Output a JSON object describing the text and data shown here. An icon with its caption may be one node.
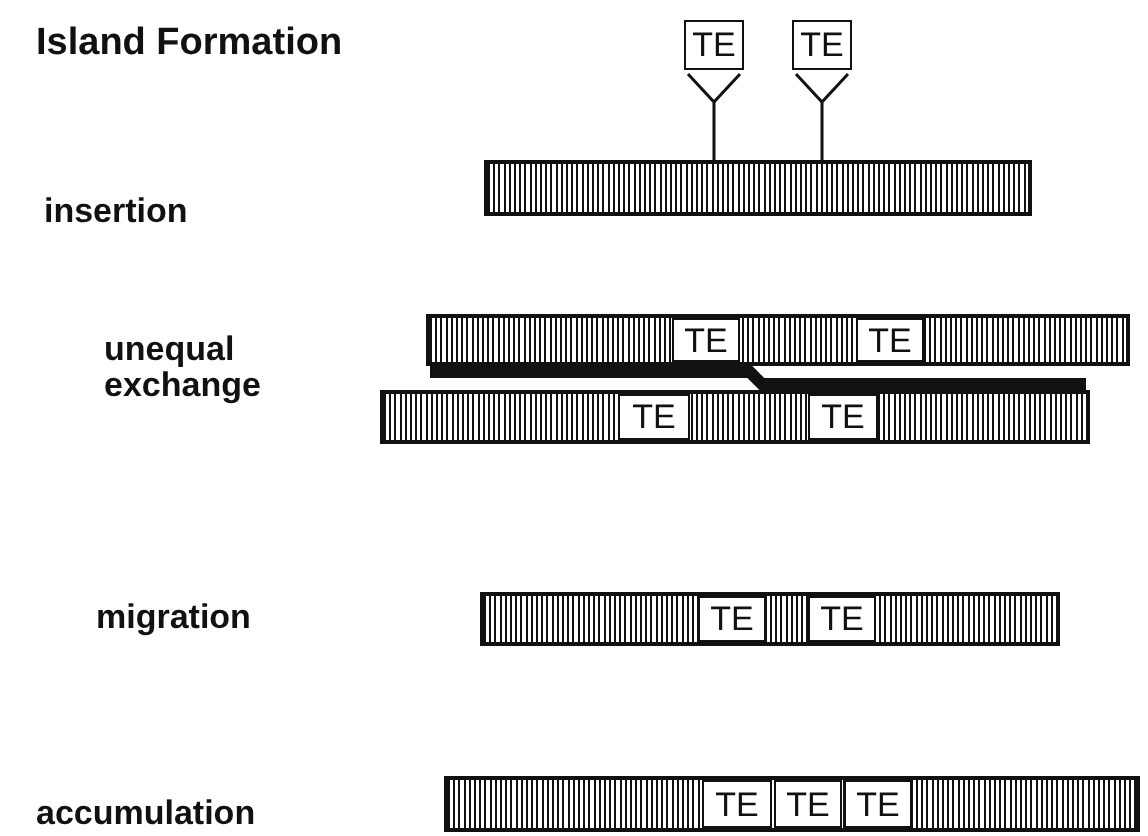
{
  "diagram": {
    "title": "Island Formation",
    "nodes": [
      {
        "text": [
          "TE"
        ]
      },
      {
        "text": [
          "TE"
        ]
      },
      {
        "text": [],
        "shape": "bar"
      },
      {
        "text": [],
        "shape": "bar"
      },
      {
        "text": [
          "TE"
        ],
        "in": 3
      },
      {
        "text": [
          "TE"
        ],
        "in": 3
      },
      {
        "text": [],
        "shape": "bar"
      },
      {
        "text": [
          "TE"
        ],
        "in": 6
      },
      {
        "text": [
          "TE"
        ],
        "in": 6
      },
      {
        "text": [],
        "shape": "bar"
      },
      {
        "text": [
          "TE"
        ],
        "in": 9
      },
      {
        "text": [
          "TE"
        ],
        "in": 9
      },
      {
        "text": [],
        "shape": "bar"
      },
      {
        "text": [
          "TE"
        ],
        "in": 12
      },
      {
        "text": [
          "TE"
        ],
        "in": 12
      },
      {
        "text": [
          "TE"
        ],
        "in": 12
      }
    ],
    "edges": [
      {
        "from": 0,
        "to": 2,
        "arrow": "other"
      },
      {
        "from": 1,
        "to": 2,
        "arrow": "other"
      },
      {
        "from": 3,
        "to": 6,
        "arrow": "none",
        "style": "thick"
      }
    ],
    "labels": [
      "insertion",
      "unequal exchange",
      "migration",
      "accumulation"
    ]
  }
}
